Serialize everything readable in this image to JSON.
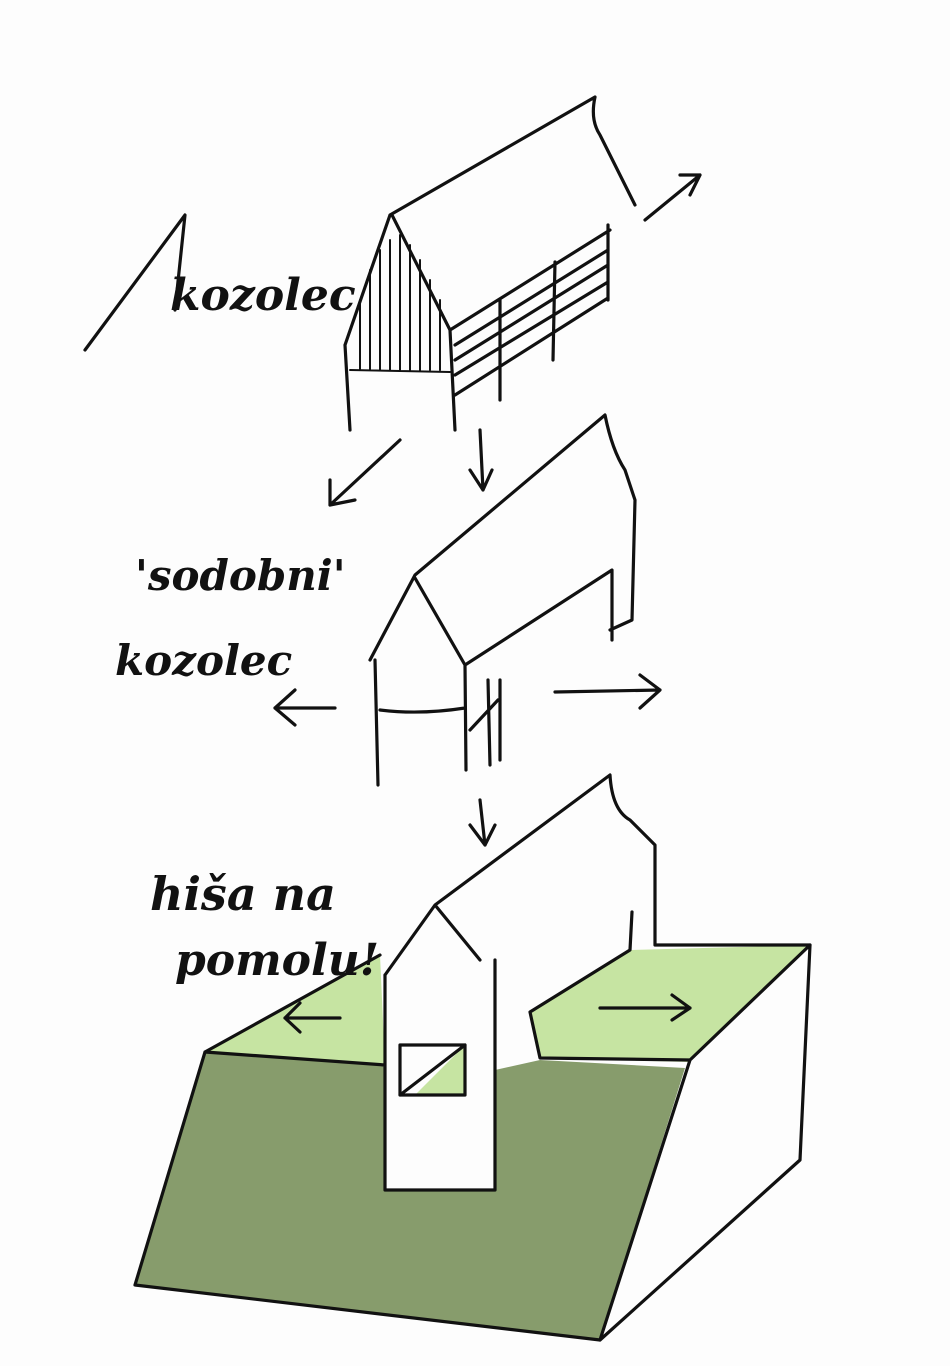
{
  "labels": {
    "stage1": "kozolec",
    "stage2_line1": "'sodobni'",
    "stage2_line2": "kozolec",
    "stage3_line1": "hiša na",
    "stage3_line2": "pomolu!"
  },
  "colors": {
    "ink": "#111111",
    "light_green": "#c6e4a2",
    "dark_green": "#879c6c",
    "paper": "#fdfdfd"
  }
}
